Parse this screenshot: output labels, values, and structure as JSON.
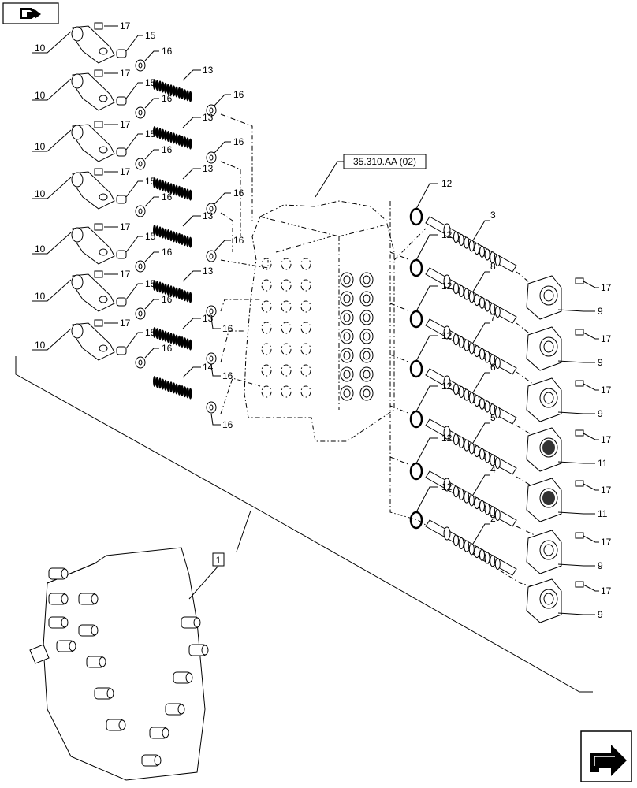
{
  "reference_box": "35.310.AA (02)",
  "assembly_callout": "1",
  "icons": {
    "top_left": "book-arrow-icon",
    "bottom_right": "next-page-arrow-icon"
  },
  "callouts": {
    "piston_cap": "10",
    "screw": "17",
    "plug": "15",
    "washer": "16",
    "spring": "13",
    "spring_alt": "14",
    "o_ring": "12",
    "spool_a": "3",
    "spool_b": "8",
    "spool_c": "7",
    "spool_d": "6",
    "spool_e": "5",
    "spool_f": "4",
    "spool_g": "2",
    "end_cap": "9",
    "end_cap_alt": "11"
  }
}
